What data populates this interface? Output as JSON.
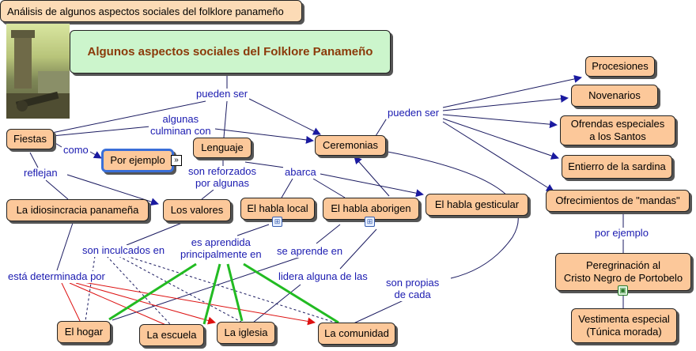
{
  "header": {
    "title": "Análisis de algunos aspectos sociales del folklore panameño",
    "main_title": "Algunos aspectos sociales del Folklore Panameño"
  },
  "nodes": {
    "fiestas": "Fiestas",
    "por_ejemplo": "Por ejemplo",
    "lenguaje": "Lenguaje",
    "ceremonias": "Ceremonias",
    "procesiones": "Procesiones",
    "novenarios": "Novenarios",
    "ofrendas": "Ofrendas especiales\na los Santos",
    "entierro": "Entierro de la sardina",
    "ofrecimientos": "Ofrecimientos de \"mandas\"",
    "idiosincracia": "La idiosincracia panameña",
    "valores": "Los valores",
    "habla_local": "El habla local",
    "habla_aborigen": "El habla aborigen",
    "habla_gesticular": "El habla gesticular",
    "peregrinacion": "Peregrinación al\nCristo Negro de Portobelo",
    "vestimenta": "Vestimenta especial\n(Túnica morada)",
    "hogar": "El hogar",
    "escuela": "La escuela",
    "iglesia": "La iglesia",
    "comunidad": "La comunidad"
  },
  "links": {
    "pueden_ser_1": "pueden ser",
    "algunas_culminan": "algunas\nculminan con",
    "como": "como",
    "reflejan": "reflejan",
    "reforzados": "son reforzados\npor algunas",
    "abarca": "abarca",
    "pueden_ser_2": "pueden ser",
    "por_ejemplo_2": "por ejemplo",
    "inculcados": "son inculcados en",
    "aprendida": "es aprendida\nprincipalmente en",
    "se_aprende": "se aprende en",
    "determinada": "está determinada por",
    "lidera": "lidera alguna de las",
    "propias": "son propias\nde cada"
  },
  "icons": {
    "submap": "submap-icon",
    "image": "image-icon",
    "arrow": "double-chevron-icon"
  },
  "colors": {
    "node_fill": "#fcc89a",
    "title_fill": "#ccf5cc",
    "title_text": "#8b3a0a",
    "link_text": "#1a1ab0",
    "edge_blue": "#1a1aa0",
    "edge_red": "#dd1111",
    "edge_green": "#22bb22"
  }
}
